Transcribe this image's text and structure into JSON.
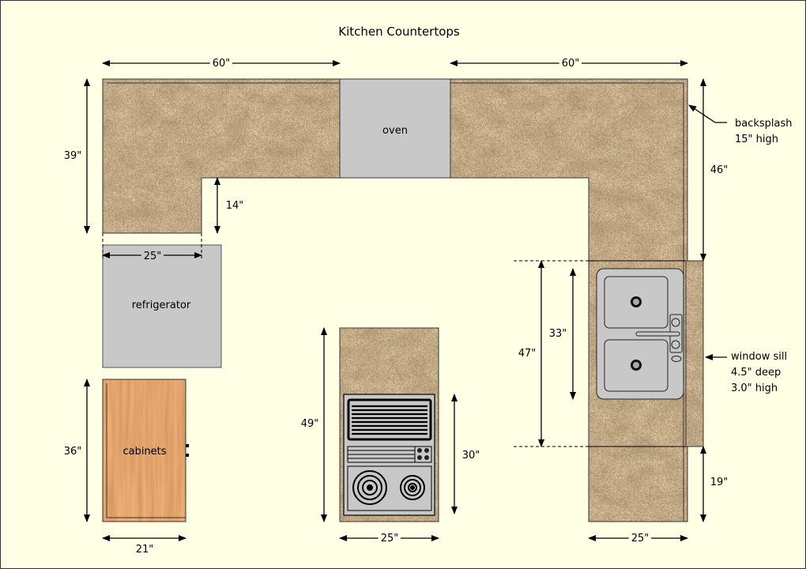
{
  "title": "Kitchen Countertops",
  "labels": {
    "oven": "oven",
    "refrigerator": "refrigerator",
    "cabinets": "cabinets",
    "backsplash_line1": "backsplash",
    "backsplash_line2": "15\" high",
    "window_line1": "window sill",
    "window_line2": "4.5\" deep",
    "window_line3": "3.0\" high"
  },
  "dimensions": {
    "top_left_width": "60\"",
    "top_right_width": "60\"",
    "left_depth": "39\"",
    "inner_step": "14\"",
    "fridge_width": "25\"",
    "right_upper": "46\"",
    "sink_span": "33\"",
    "window_span": "47\"",
    "right_lower": "19\"",
    "cabinet_height": "36\"",
    "cabinet_width": "21\"",
    "island_height": "49\"",
    "cooktop_height": "30\"",
    "island_width": "25\"",
    "right_width": "25\""
  },
  "colors": {
    "background": "#FFFFE6",
    "appliance": "#C8C8C8",
    "cabinet": "#C2592A",
    "granite": "#C9A06A"
  }
}
